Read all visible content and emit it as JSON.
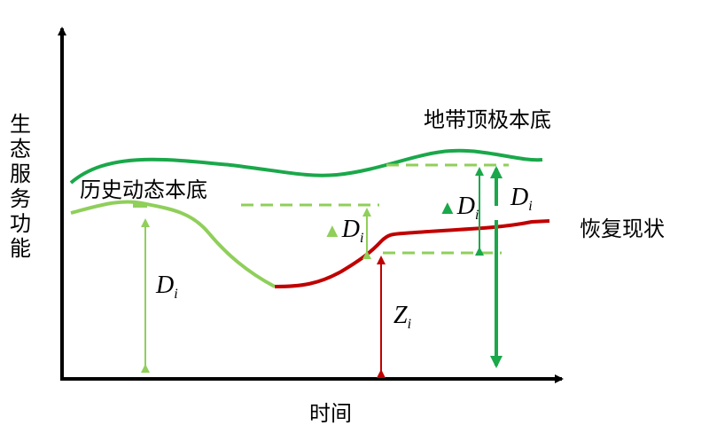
{
  "axes": {
    "y_label": "生态服务功能",
    "x_label": "时间"
  },
  "curves": {
    "climax": {
      "label": "地带顶极本底",
      "color": "#1aa84a"
    },
    "historical": {
      "label": "历史动态本底",
      "color": "#8fcf5a"
    },
    "current": {
      "label": "恢复现状",
      "color": "#c00000"
    }
  },
  "annotations": {
    "d_hist": {
      "symbol": "D",
      "sub": "i"
    },
    "delta_hist": {
      "delta": "▲",
      "symbol": "D",
      "sub": "i"
    },
    "z": {
      "symbol": "Z",
      "sub": "i"
    },
    "delta_climax": {
      "delta": "▲",
      "symbol": "D",
      "sub": "i"
    },
    "d_climax": {
      "symbol": "D",
      "sub": "i"
    }
  },
  "colors": {
    "axis": "#000000",
    "dark_green": "#1aa84a",
    "light_green": "#8fcf5a",
    "red": "#c00000"
  }
}
